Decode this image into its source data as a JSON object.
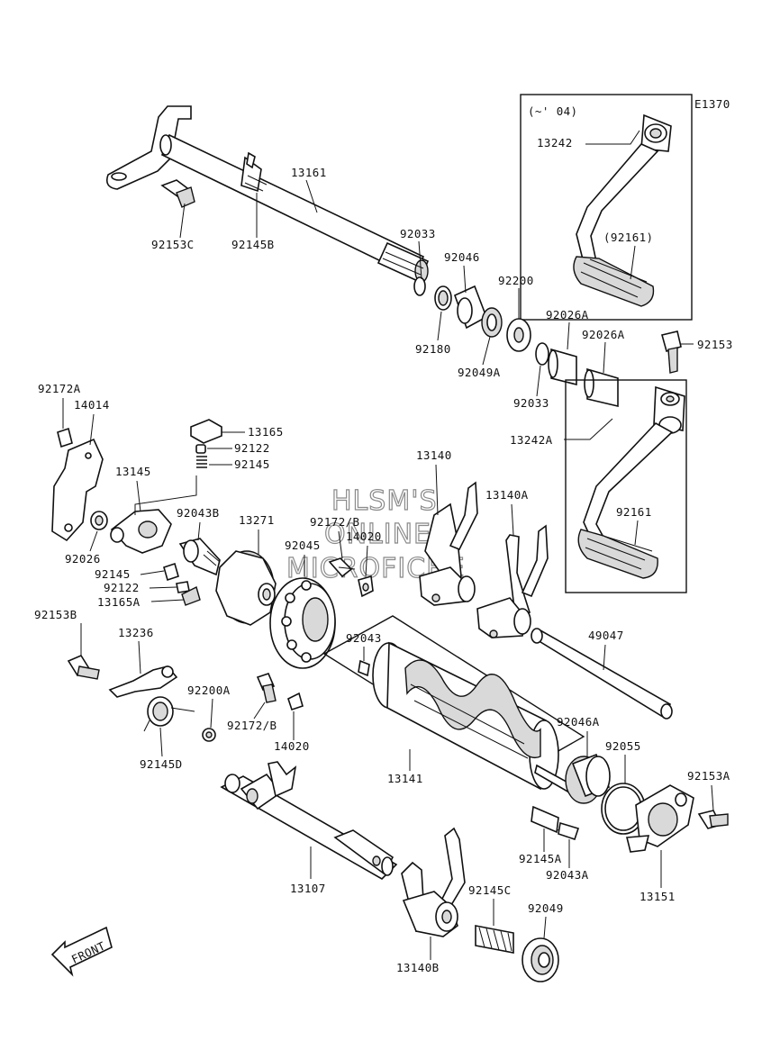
{
  "diagram": {
    "code": "E1370",
    "inset_note": "(~' 04)",
    "watermark": [
      "HLSM'S",
      "ONLINE",
      "MICROFICHE"
    ],
    "front_label": "FRONT",
    "labels": {
      "p13161": "13161",
      "p92153C": "92153C",
      "p92145B": "92145B",
      "p92033a": "92033",
      "p92046": "92046",
      "p92180": "92180",
      "p92200": "92200",
      "p92049A": "92049A",
      "p92026A1": "92026A",
      "p92026A2": "92026A",
      "p92033b": "92033",
      "p13242": "13242",
      "p92161a": "(92161)",
      "p92153": "92153",
      "p13242A": "13242A",
      "p92161b": "92161",
      "p92172A": "92172A",
      "p14014": "14014",
      "p13165": "13165",
      "p92122a": "92122",
      "p92145a": "92145",
      "p13145": "13145",
      "p92043B": "92043B",
      "p13271": "13271",
      "p92172B1": "92172/B",
      "p14020a": "14020",
      "p92045": "92045",
      "p13140": "13140",
      "p13140A": "13140A",
      "p92026": "92026",
      "p92145b": "92145",
      "p92122b": "92122",
      "p13165A": "13165A",
      "p92153B": "92153B",
      "p13236": "13236",
      "p92043": "92043",
      "p49047": "49047",
      "p92200A": "92200A",
      "p92172B2": "92172/B",
      "p14020b": "14020",
      "p92145D": "92145D",
      "p92046A": "92046A",
      "p92055": "92055",
      "p92153A": "92153A",
      "p13141": "13141",
      "p13107": "13107",
      "p92145A": "92145A",
      "p92043A": "92043A",
      "p13151": "13151",
      "p92145C": "92145C",
      "p92049": "92049",
      "p13140B": "13140B"
    }
  }
}
